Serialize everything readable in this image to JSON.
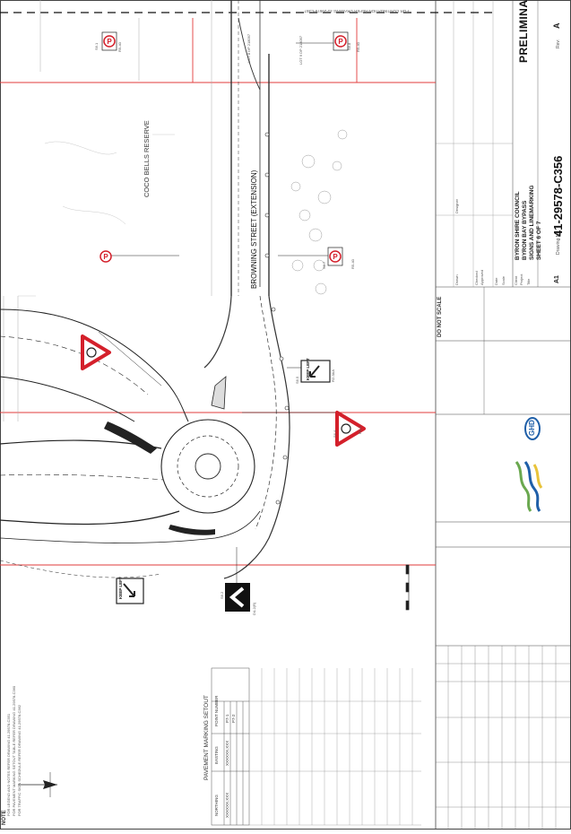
{
  "drawing": {
    "continuation_note": "FOR CONTINUATION REFER DRAWING 41-29578-C357",
    "street_name": "BROWNING STREET (EXTENSION)",
    "place_name": "COCO BELLS RESERVE",
    "lot_a": "LOT 8 DP 218097",
    "lot_b": "LOT 9 DP 218097",
    "stamp": "PRELIMINARY"
  },
  "signs": {
    "no_parking_code": "R5-40",
    "keep_left_text": "KEEP LEFT",
    "keep_left_code": "R2-3AA",
    "roundabout_code": "R1-3",
    "chevron_code": "D4-2(R)",
    "sign_ids": [
      "S6.1",
      "S6.2",
      "S6.3",
      "S6.4",
      "S6.5",
      "S6.6",
      "S6.7",
      "S6.8"
    ]
  },
  "setout_table": {
    "title": "PAVEMENT MARKING SETOUT",
    "headers": [
      "POINT NUMBER",
      "EASTING",
      "NORTHING"
    ],
    "rows": [
      [
        "P7-1",
        "XXXXXX.XXX",
        "XXXXXX.XXX"
      ],
      [
        "P7-2",
        "",
        ""
      ]
    ]
  },
  "notes": {
    "heading": "NOTE",
    "items": [
      "FOR LEGEND AND NOTES REFER DRAWING 41-29578-C351",
      "FOR PAVEMENT MARKING SETOUT TABLE REFER DRAWING 41-29578-C360",
      "FOR TRAFFIC SIGN SCHEDULE REFER DRAWING 41-29578-C362"
    ]
  },
  "title_block": {
    "do_not_scale": "DO NOT SCALE",
    "client": "BYRON SHIRE COUNCIL",
    "project": "BYRON BAY BYPASS",
    "title_line1": "SIGNS AND LINEMARKING",
    "title_line2": "SHEET 6 OF 7",
    "sheet_size": "A1",
    "drawing_no_label": "Drawing No:",
    "drawing_no": "41-29578-C356",
    "rev_label": "Rev:",
    "rev": "A",
    "logo_text": "GHD",
    "field_labels": [
      "Client",
      "Project",
      "Title",
      "Drawn",
      "Designer",
      "Checked",
      "Approved",
      "Date",
      "Scale"
    ]
  },
  "colors": {
    "red_sign": "#d4202b",
    "red_line": "#e23b3b",
    "ghd_blue": "#1f5fa8",
    "logo_green": "#6aa84f",
    "logo_yellow": "#e8c33a"
  }
}
